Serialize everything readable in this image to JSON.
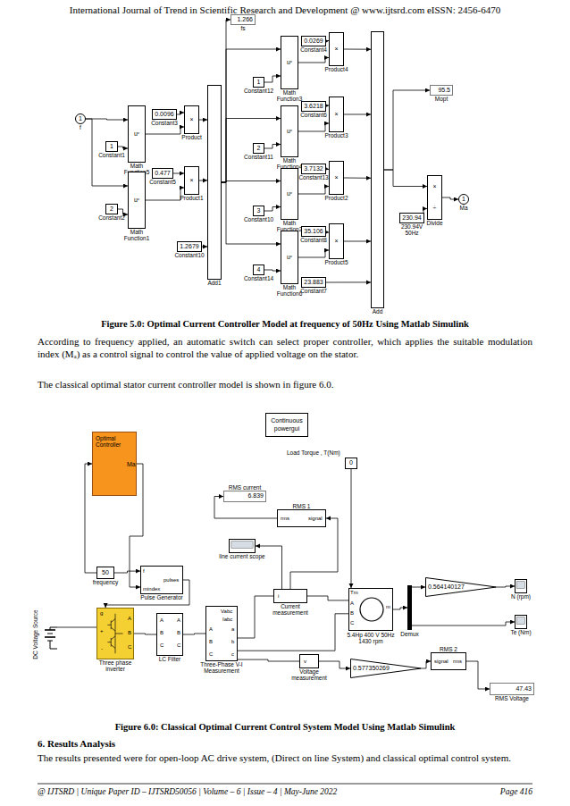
{
  "diagram": {
    "nodes": [
      {
        "text": [
          "1",
          "f"
        ]
      },
      {
        "text": [
          "1",
          "Constant1"
        ]
      },
      {
        "text": [
          "2",
          "Constant2"
        ]
      },
      {
        "text": [
          "uᵛ",
          "Math Function5"
        ]
      },
      {
        "text": [
          "uᵛ",
          "Math Function1"
        ]
      },
      {
        "text": [
          "0.0096",
          "Constant3"
        ]
      },
      {
        "text": [
          "×",
          "Product"
        ]
      },
      {
        "text": [
          "0.477",
          "Constant5"
        ]
      },
      {
        "text": [
          "×",
          "Product1"
        ]
      },
      {
        "text": [
          "1.2679",
          "Constant10"
        ]
      },
      {
        "text": [
          "Add1"
        ]
      },
      {
        "text": [
          "1.266",
          "fs"
        ]
      },
      {
        "text": [
          "1",
          "Constant12"
        ]
      },
      {
        "text": [
          "uᵛ",
          "Math Function3"
        ]
      },
      {
        "text": [
          "0.0269",
          "Constant4"
        ]
      },
      {
        "text": [
          "×",
          "Product4"
        ]
      },
      {
        "text": [
          "2",
          "Constant11"
        ]
      },
      {
        "text": [
          "uᵛ",
          "Math Function4"
        ]
      },
      {
        "text": [
          "3.6218",
          "Constant6"
        ]
      },
      {
        "text": [
          "×",
          "Product3"
        ]
      },
      {
        "text": [
          "3",
          "Constant10"
        ]
      },
      {
        "text": [
          "uᵛ",
          "Math Function2"
        ]
      },
      {
        "text": [
          "3.7132",
          "Constant13"
        ]
      },
      {
        "text": [
          "×",
          "Product2"
        ]
      },
      {
        "text": [
          "4",
          "Constant14"
        ]
      },
      {
        "text": [
          "uᵛ",
          "Math Function6"
        ]
      },
      {
        "text": [
          "35.106",
          "Constant8"
        ]
      },
      {
        "text": [
          "×",
          "Product5"
        ]
      },
      {
        "text": [
          "23.883",
          "Constant7"
        ]
      },
      {
        "text": [
          "Add"
        ]
      },
      {
        "text": [
          "95.5",
          "Mopt"
        ]
      },
      {
        "text": [
          "230.94",
          "230.94V 50Hz"
        ]
      },
      {
        "text": [
          "×",
          "÷",
          "Divide"
        ]
      },
      {
        "text": [
          "1",
          "Ma"
        ]
      },
      {
        "text": [
          "Continuous",
          "powergui"
        ]
      },
      {
        "text": [
          "0",
          "Load Torque , T(Nm)"
        ]
      },
      {
        "text": [
          "Optimal Controller",
          "Ma"
        ]
      },
      {
        "text": [
          "6.839",
          "RMS current"
        ]
      },
      {
        "text": [
          "rms",
          "signal",
          "RMS 1"
        ]
      },
      {
        "text": [
          "line current scope"
        ]
      },
      {
        "text": [
          "50",
          "frequency"
        ]
      },
      {
        "text": [
          "f",
          "mindex",
          "pulses",
          "Pulse Generator"
        ]
      },
      {
        "text": [
          "DC Voltage Source"
        ]
      },
      {
        "text": [
          "g",
          "+",
          "-",
          "A",
          "B",
          "C",
          "Three phase inverter"
        ]
      },
      {
        "text": [
          "A",
          "B",
          "C",
          "A",
          "B",
          "C",
          "LC Filter"
        ]
      },
      {
        "text": [
          "Vabc",
          "Iabc",
          "A",
          "B",
          "C",
          "a",
          "b",
          "c",
          "Three-Phase V-I Measurement"
        ]
      },
      {
        "text": [
          "i",
          "Current measurement"
        ]
      },
      {
        "text": [
          "Tm",
          "m",
          "A",
          "B",
          "C",
          "5.4Hp 400 V 50Hz 1430 rpm"
        ]
      },
      {
        "text": [
          "Demux"
        ]
      },
      {
        "text": [
          "0.564140127"
        ]
      },
      {
        "text": [
          "N (rpm)"
        ]
      },
      {
        "text": [
          "Te (Nm)"
        ]
      },
      {
        "text": [
          "v",
          "Voltage measurement"
        ]
      },
      {
        "text": [
          "0.577350269"
        ]
      },
      {
        "text": [
          "signal",
          "rms",
          "RMS 2"
        ]
      },
      {
        "text": [
          "47.43",
          "RMS Voltage"
        ]
      }
    ],
    "edges": [
      {
        "from": 0,
        "to": 3,
        "arrow": "to"
      },
      {
        "from": 0,
        "to": 4,
        "arrow": "to"
      },
      {
        "from": 1,
        "to": 3,
        "arrow": "to"
      },
      {
        "from": 2,
        "to": 4,
        "arrow": "to"
      },
      {
        "from": 3,
        "to": 6,
        "arrow": "to"
      },
      {
        "from": 5,
        "to": 6,
        "arrow": "to"
      },
      {
        "from": 4,
        "to": 8,
        "arrow": "to"
      },
      {
        "from": 7,
        "to": 8,
        "arrow": "to"
      },
      {
        "from": 6,
        "to": 10,
        "arrow": "to"
      },
      {
        "from": 8,
        "to": 10,
        "arrow": "to"
      },
      {
        "from": 9,
        "to": 10,
        "arrow": "to"
      },
      {
        "from": 10,
        "to": 11,
        "arrow": "to"
      },
      {
        "from": 10,
        "to": 13,
        "arrow": "to"
      },
      {
        "from": 10,
        "to": 17,
        "arrow": "to"
      },
      {
        "from": 10,
        "to": 21,
        "arrow": "to"
      },
      {
        "from": 10,
        "to": 25,
        "arrow": "to"
      },
      {
        "from": 12,
        "to": 13,
        "arrow": "to"
      },
      {
        "from": 16,
        "to": 17,
        "arrow": "to"
      },
      {
        "from": 20,
        "to": 21,
        "arrow": "to"
      },
      {
        "from": 24,
        "to": 25,
        "arrow": "to"
      },
      {
        "from": 13,
        "to": 15,
        "arrow": "to"
      },
      {
        "from": 14,
        "to": 15,
        "arrow": "to"
      },
      {
        "from": 17,
        "to": 19,
        "arrow": "to"
      },
      {
        "from": 18,
        "to": 19,
        "arrow": "to"
      },
      {
        "from": 21,
        "to": 23,
        "arrow": "to"
      },
      {
        "from": 22,
        "to": 23,
        "arrow": "to"
      },
      {
        "from": 25,
        "to": 27,
        "arrow": "to"
      },
      {
        "from": 26,
        "to": 27,
        "arrow": "to"
      },
      {
        "from": 15,
        "to": 29,
        "arrow": "to"
      },
      {
        "from": 19,
        "to": 29,
        "arrow": "to"
      },
      {
        "from": 23,
        "to": 29,
        "arrow": "to"
      },
      {
        "from": 27,
        "to": 29,
        "arrow": "to"
      },
      {
        "from": 28,
        "to": 29,
        "arrow": "to"
      },
      {
        "from": 29,
        "to": 30,
        "arrow": "to"
      },
      {
        "from": 29,
        "to": 32,
        "arrow": "to"
      },
      {
        "from": 31,
        "to": 32,
        "arrow": "to"
      },
      {
        "from": 32,
        "to": 33,
        "arrow": "to"
      },
      {
        "from": 40,
        "to": 41,
        "arrow": "to"
      },
      {
        "from": 40,
        "to": 36,
        "arrow": "to"
      },
      {
        "from": 36,
        "to": 41,
        "arrow": "to"
      },
      {
        "from": 41,
        "to": 43,
        "arrow": "to"
      },
      {
        "from": 42,
        "to": 43,
        "arrow": "none"
      },
      {
        "from": 43,
        "to": 44,
        "arrow": "none"
      },
      {
        "from": 44,
        "to": 45,
        "arrow": "none"
      },
      {
        "from": 45,
        "to": 46,
        "arrow": "none"
      },
      {
        "from": 46,
        "to": 47,
        "arrow": "none"
      },
      {
        "from": 45,
        "to": 47,
        "arrow": "none"
      },
      {
        "from": 45,
        "to": 52,
        "arrow": "none"
      },
      {
        "from": 52,
        "to": 53,
        "arrow": "to"
      },
      {
        "from": 53,
        "to": 54,
        "arrow": "to"
      },
      {
        "from": 54,
        "to": 55,
        "arrow": "to"
      },
      {
        "from": 46,
        "to": 38,
        "arrow": "to"
      },
      {
        "from": 38,
        "to": 37,
        "arrow": "to"
      },
      {
        "from": 46,
        "to": 39,
        "arrow": "to"
      },
      {
        "from": 35,
        "to": 47,
        "arrow": "to"
      },
      {
        "from": 47,
        "to": 48,
        "arrow": "to"
      },
      {
        "from": 48,
        "to": 49,
        "arrow": "to"
      },
      {
        "from": 49,
        "to": 50,
        "arrow": "to"
      },
      {
        "from": 48,
        "to": 51,
        "arrow": "to"
      }
    ],
    "labels": [
      "International Journal of Trend in Scientific Research and Development @ www.ijtsrd.com eISSN: 2456-6470",
      "Figure 5.0: Optimal Current Controller Model at frequency of 50Hz Using Matlab Simulink",
      "According to frequency applied, an automatic switch can select proper controller, which applies the suitable modulation index (Mₐ) as a control signal to control the value of applied voltage on the stator.",
      "The classical optimal stator current controller model is shown in figure 6.0.",
      "Figure 6.0: Classical Optimal Current Control System Model Using Matlab Simulink",
      "6. Results Analysis",
      "The results presented were for open-loop AC drive system, (Direct on line System) and classical optimal control system.",
      "@ IJTSRD | Unique Paper ID – IJTSRD50056 | Volume – 6 | Issue – 4 | May-June 2022",
      "Page 416"
    ]
  }
}
